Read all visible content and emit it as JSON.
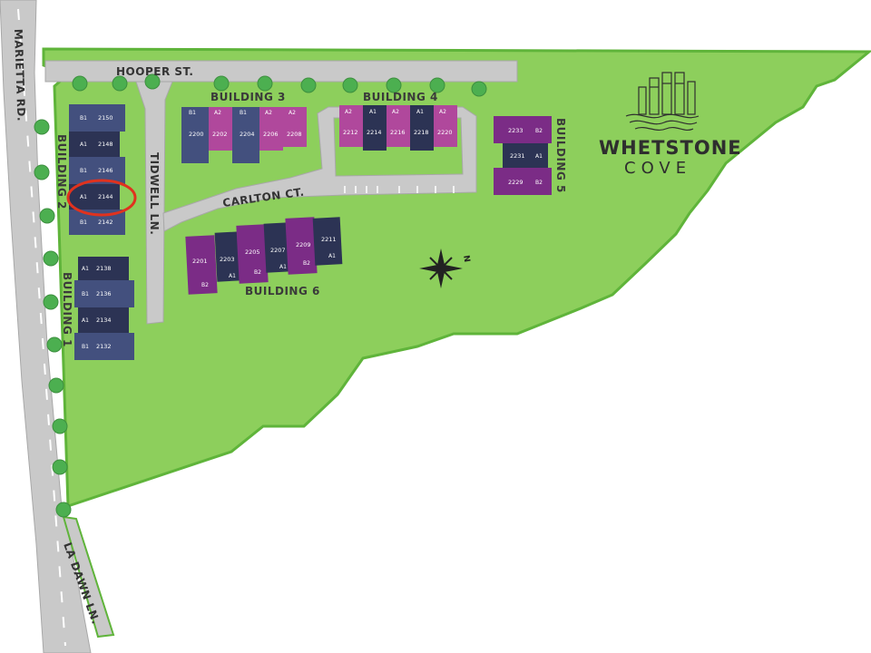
{
  "map": {
    "brand": {
      "name": "WHETSTONE",
      "sub": "COVE",
      "logo_icon": "waterfront-buildings-logo-icon"
    },
    "roads": {
      "marietta": "MARIETTA RD.",
      "hooper": "HOOPER ST.",
      "tidwell": "TIDWELL LN.",
      "carlton": "CARLTON CT.",
      "la_dawn": "LA DAWN LN."
    },
    "buildings": {
      "b1": "BUILDING 1",
      "b2": "BUILDING 2",
      "b3": "BUILDING 3",
      "b4": "BUILDING 4",
      "b5": "BUILDING 5",
      "b6": "BUILDING 6"
    },
    "units": {
      "u2150": {
        "type": "B1",
        "num": "2150"
      },
      "u2148": {
        "type": "A1",
        "num": "2148"
      },
      "u2146": {
        "type": "B1",
        "num": "2146"
      },
      "u2144": {
        "type": "A1",
        "num": "2144"
      },
      "u2142": {
        "type": "B1",
        "num": "2142"
      },
      "u2138": {
        "type": "A1",
        "num": "2138"
      },
      "u2136": {
        "type": "B1",
        "num": "2136"
      },
      "u2134": {
        "type": "A1",
        "num": "2134"
      },
      "u2132": {
        "type": "B1",
        "num": "2132"
      },
      "u2200": {
        "type": "B1",
        "num": "2200"
      },
      "u2202": {
        "type": "A2",
        "num": "2202"
      },
      "u2204": {
        "type": "B1",
        "num": "2204"
      },
      "u2206": {
        "type": "A2",
        "num": "2206"
      },
      "u2208": {
        "type": "A2",
        "num": "2208"
      },
      "u2212": {
        "type": "A2",
        "num": "2212"
      },
      "u2214": {
        "type": "A1",
        "num": "2214"
      },
      "u2216": {
        "type": "A2",
        "num": "2216"
      },
      "u2218": {
        "type": "A1",
        "num": "2218"
      },
      "u2220": {
        "type": "A2",
        "num": "2220"
      },
      "u2233": {
        "type": "B2",
        "num": "2233"
      },
      "u2231": {
        "type": "A1",
        "num": "2231"
      },
      "u2229": {
        "type": "B2",
        "num": "2229"
      },
      "u2201": {
        "type": "B2",
        "num": "2201"
      },
      "u2203": {
        "type": "A1",
        "num": "2203"
      },
      "u2205": {
        "type": "B2",
        "num": "2205"
      },
      "u2207": {
        "type": "A1",
        "num": "2207"
      },
      "u2209": {
        "type": "B2",
        "num": "2209"
      },
      "u2211": {
        "type": "A1",
        "num": "2211"
      }
    },
    "compass": {
      "north": "N"
    },
    "highlight": {
      "unit": "2144"
    },
    "colors": {
      "grass": "#8dcf5c",
      "grass_edge": "#5fb43a",
      "road": "#c9c9c9",
      "road_edge": "#a8a8a8",
      "navy": "#43507e",
      "navy_dark": "#2c3354",
      "purple": "#7b2c86",
      "magenta": "#b0489c",
      "tree": "#4caf50",
      "highlight": "#e0321e"
    }
  }
}
